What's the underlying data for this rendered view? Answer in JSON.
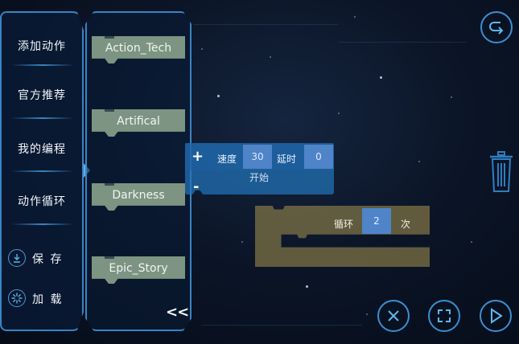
{
  "menu": {
    "items": [
      {
        "label": "添加动作"
      },
      {
        "label": "官方推荐"
      },
      {
        "label": "我的编程"
      },
      {
        "label": "动作循环"
      }
    ],
    "save_label": "保  存",
    "load_label": "加  载"
  },
  "themes": {
    "items": [
      "Action_Tech",
      "Artifical",
      "Darkness",
      "Epic_Story"
    ],
    "collapse_label": "<<"
  },
  "start_block": {
    "plus": "+",
    "minus": "-",
    "speed_label": "速度",
    "speed_value": "30",
    "delay_label": "延时",
    "delay_value": "0",
    "title": "开始"
  },
  "loop_block": {
    "loop_label": "循环",
    "count_value": "2",
    "times_label": "次"
  },
  "icons": {
    "back": "return-arrow-icon",
    "trash": "trash-icon",
    "close": "close-icon",
    "fullscreen": "fullscreen-icon",
    "play": "play-icon",
    "save": "download-icon",
    "load": "loading-icon"
  },
  "colors": {
    "accent": "#3a84c4",
    "theme_button": "#7d9482",
    "start_block": "#2373b9",
    "loop_block": "#827646",
    "value_box": "#4f84c9"
  }
}
